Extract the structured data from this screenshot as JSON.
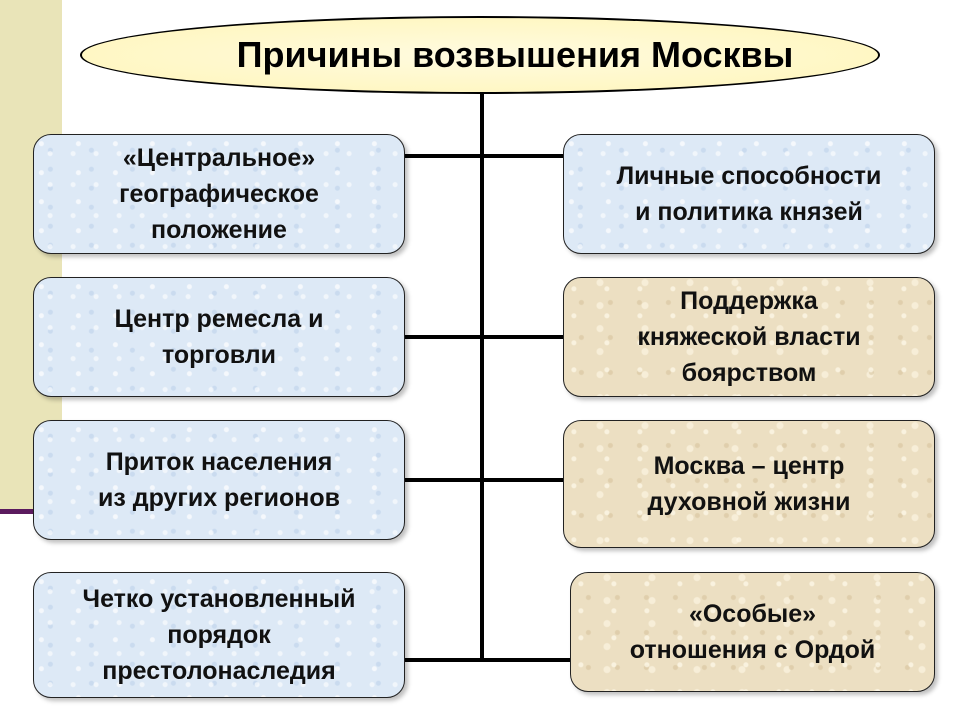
{
  "title": "Причины возвышения Москвы",
  "left_boxes": [
    {
      "label": "«Центральное»\nгеографическое\nположение"
    },
    {
      "label": "Центр ремесла и\nторговли"
    },
    {
      "label": "Приток населения\nиз других регионов"
    },
    {
      "label": "Четко установленный\nпорядок\nпрестолонаследия"
    }
  ],
  "right_boxes": [
    {
      "label": "Личные способности\nи политика князей"
    },
    {
      "label": "Поддержка\nкняжеской власти\nбоярством"
    },
    {
      "label": "Москва – центр\nдуховной жизни"
    },
    {
      "label": "«Особые»\nотношения с Ордой"
    }
  ],
  "colors": {
    "left_box_fill": "#dde9f6",
    "right_box_fill_top": "#dde9f6",
    "right_box_fill": "#ecdfc2",
    "title_fill": "#fff7c4",
    "side_band": "#e9e4b8",
    "band_line": "#5b1a5e"
  }
}
